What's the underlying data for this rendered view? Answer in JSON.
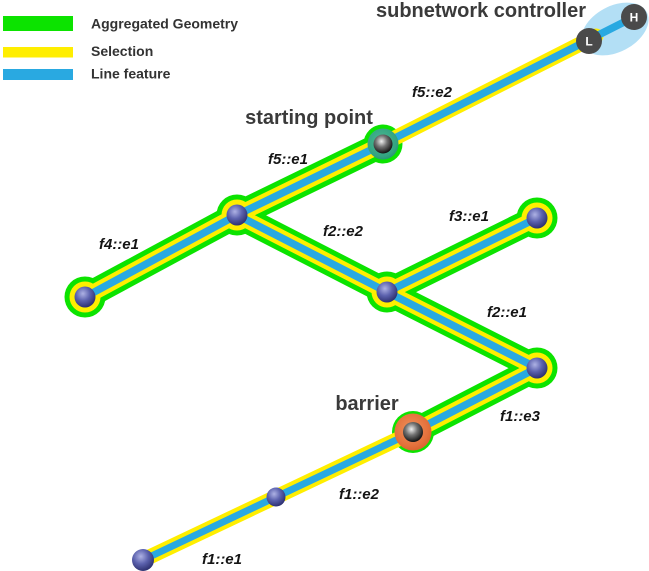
{
  "legend": {
    "items": [
      {
        "label": "Aggregated Geometry",
        "color": "#0ce300"
      },
      {
        "label": "Selection",
        "color": "#ffee00"
      },
      {
        "label": "Line feature",
        "color": "#29a9e1"
      }
    ]
  },
  "annotations": {
    "subnetwork_controller": "subnetwork controller",
    "starting_point": "starting point",
    "barrier": "barrier"
  },
  "controller": {
    "high_label": "H",
    "low_label": "L"
  },
  "edge_labels": {
    "f5e2": "f5::e2",
    "f5e1": "f5::e1",
    "f4e1": "f4::e1",
    "f2e2": "f2::e2",
    "f3e1": "f3::e1",
    "f2e1": "f2::e1",
    "f1e3": "f1::e3",
    "f1e2": "f1::e2",
    "f1e1": "f1::e1"
  },
  "colors": {
    "aggregated_green": "#0ce300",
    "selection_yellow": "#ffee00",
    "line_blue": "#29a9e1",
    "sphere_purple_light": "#aeb2e4",
    "sphere_purple_dark": "#2c2f6e",
    "starting_point_teal": "#33a381",
    "barrier_orange": "#e4713c",
    "controller_ellipse_blue": "#abdcf4",
    "terminal_gray": "#4a4a4a",
    "label_dark": "#3a3a3a"
  }
}
